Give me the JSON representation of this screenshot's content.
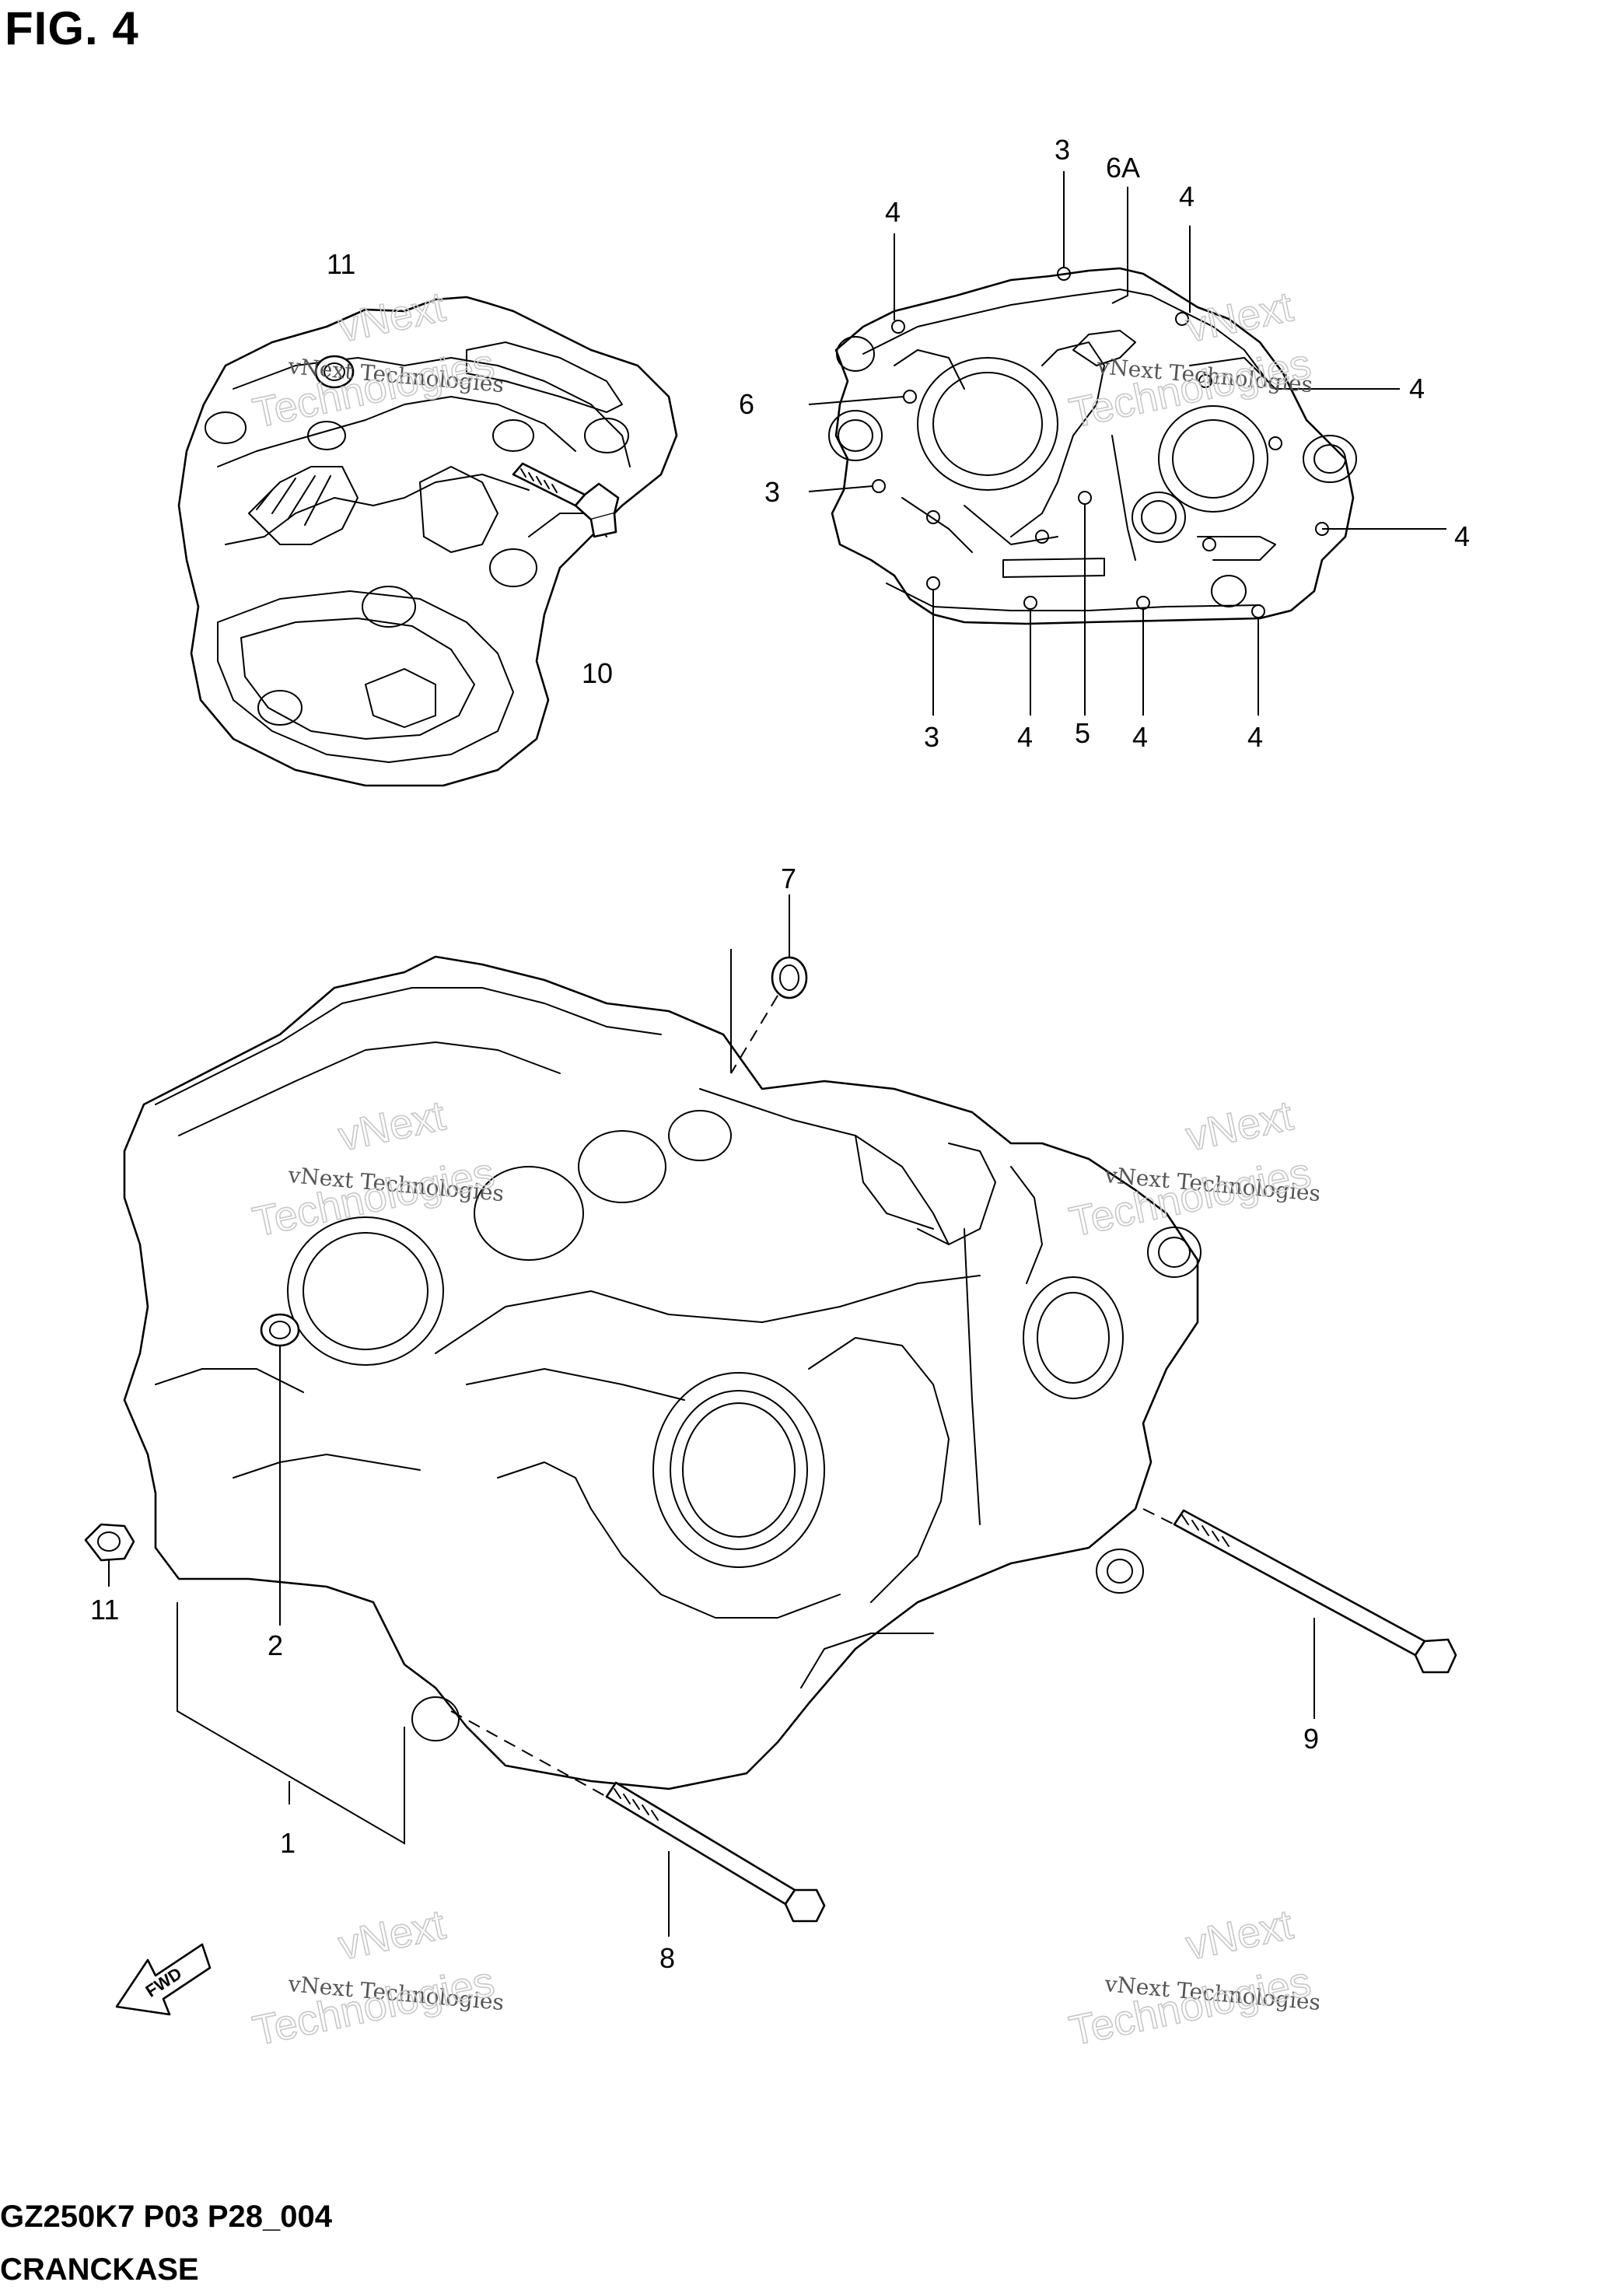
{
  "figure_title": "FIG. 4",
  "footer": {
    "model_code": "GZ250K7 P03 P28_004",
    "section_name": "CRANCKASE"
  },
  "callouts": {
    "c1": "1",
    "c2": "2",
    "c3a": "3",
    "c3b": "3",
    "c3c": "3",
    "c4a": "4",
    "c4b": "4",
    "c4c": "4",
    "c4d": "4",
    "c4e": "4",
    "c4f": "4",
    "c4g": "4",
    "c5": "5",
    "c6": "6",
    "c6a": "6A",
    "c7": "7",
    "c8": "8",
    "c9": "9",
    "c10": "10",
    "c11a": "11",
    "c11b": "11"
  },
  "fwd_label": "FWD",
  "watermarks": {
    "w1_line1": "vNext",
    "w1_line2": "vNext Technologies",
    "w1_line3": "Technologies",
    "w2_line1": "vNext",
    "w2_line2": "vNext Technologies",
    "w2_line3": "Technologies",
    "w3_line1": "vNext",
    "w3_line2": "vNext Technologies",
    "w3_line3": "Technologies",
    "w4_line1": "vNext",
    "w4_line2": "vNext Technologies",
    "w4_line3": "Technologies",
    "w5_line1": "vNext",
    "w5_line2": "vNext Technologies",
    "w5_line3": "Technologies",
    "w6_line1": "vNext",
    "w6_line2": "vNext Technologies",
    "w6_line3": "Technologies"
  }
}
